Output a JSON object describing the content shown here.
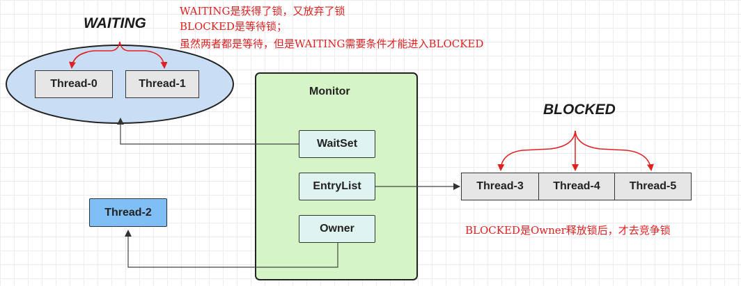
{
  "states": {
    "waiting_title": "WAITING",
    "blocked_title": "BLOCKED"
  },
  "monitor": {
    "title": "Monitor",
    "waitset": "WaitSet",
    "entrylist": "EntryList",
    "owner": "Owner"
  },
  "threads": {
    "t0": "Thread-0",
    "t1": "Thread-1",
    "t2": "Thread-2",
    "t3": "Thread-3",
    "t4": "Thread-4",
    "t5": "Thread-5"
  },
  "notes": {
    "line1": "WAITING是获得了锁，又放弃了锁",
    "line2": "BLOCKED是等待锁；",
    "line3": "虽然两者都是等待，但是WAITING需要条件才能进入BLOCKED",
    "blocked_note": "BLOCKED是Owner释放锁后，才去竞争锁"
  },
  "colors": {
    "waiting_fill": "#c9def5",
    "monitor_fill": "#d6f5c6",
    "thread2_fill": "#7fbff5",
    "slot_fill": "#dff3f0",
    "annotation_red": "#e02020"
  }
}
